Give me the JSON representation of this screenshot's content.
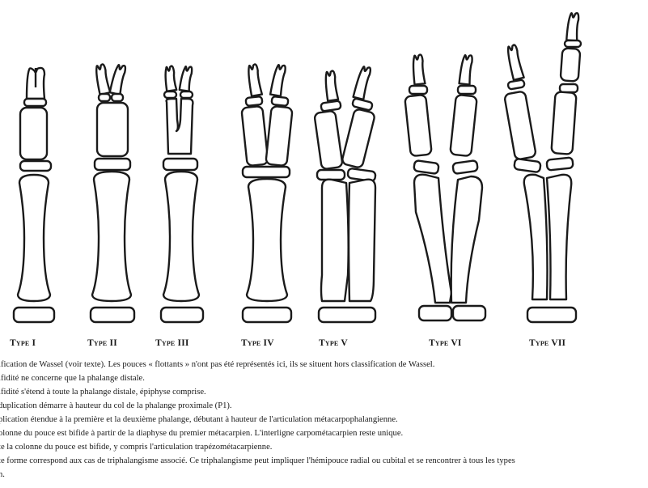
{
  "figure": {
    "type_labels": [
      "Type I",
      "Type II",
      "Type III",
      "Type IV",
      "Type V",
      "Type VI",
      "Type VII"
    ]
  },
  "caption": {
    "lines": [
      "ification de Wassel (voir texte). Les pouces « flottants » n'ont pas été représentés ici, ils se situent hors classification de Wassel.",
      "ifidité ne concerne que la phalange distale.",
      "ifidité s'étend à toute la phalange distale, épiphyse comprise.",
      "duplication démarre à hauteur du col de la phalange proximale (P1).",
      "plication étendue à la première et la deuxième phalange, débutant à hauteur de l'articulation métacarpophalangienne.",
      "olonne du pouce est bifide à partir de la diaphyse du premier métacarpien. L'interligne carpométacarpien reste unique.",
      "te la colonne du pouce est bifide, y compris l'articulation trapézométacarpienne.",
      "te forme correspond aux cas de triphalangisme associé. Ce triphalangisme peut impliquer l'hémipouce radial ou cubital et se rencontrer à tous les types",
      "n."
    ]
  }
}
